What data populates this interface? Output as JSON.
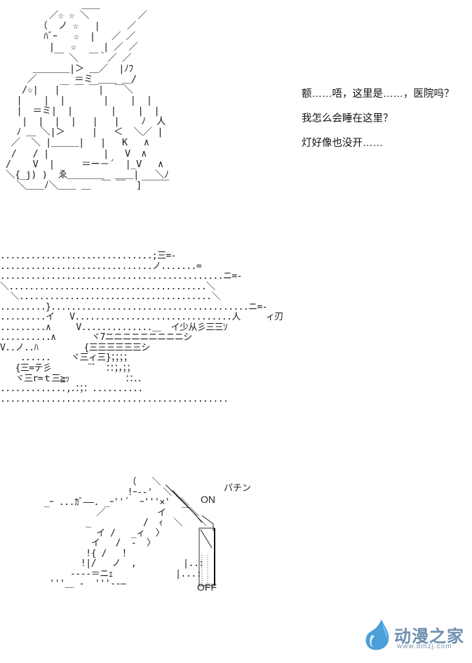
{
  "art": {
    "top": "              ＿＿\n        ／☆ ☆ ＼         ／\n      （  ノ ☆   |     ／\n       ﾊﾞｰ   ☆  |   ／ ／\n        |   ☆     | ／ ／\n         ￣ ＼  ￣｀／ ／\n     ＿＿＿＿|＞ ＿／  |ﾉﾌ\n    ／       ＝ミ ＿＿ ＿/\n   /☆|   |￣ ￣ ￣|  ￣＼\n  |    |  |       |    |  |\n  |  ＝ミ|  |       |    |  |\n   |  |  |  |   |   |    ﾉ  人\n  ﾉ ＿ ＼|＞     |   ＜  ＼／ |\n ／  ＼ |＿＿＿|   |   K   ∧\n /   / |          |   V  ∧\n/    V  |     ＝ー－´  |_V   ∧\n＼{_j) )  ゑ＿＿＿＿  ＿＿|   ＼ﾉ\n  ＼＿＿ﾉ＼＿＿ ＿  ￣ ￣  ]￣￣￣",
    "mid": "..............................;三=-\n..............................ノ.......=\n............................................ニ=-\n＼.......................................＼\n  ＼......................................＼\n.........}.......................................ニ=-\n.........イ   V...............................人     ィ刃\n.........∧     V..............＿  イ少从彡三三ｿ\n..........∧       ヾ7ニニニニニニニニニシ\nV..ノ..ﾊ         {三三三三三三シ\n    ......    ヾ三ィ三}；；；；\n   {三=テ彡       ¨゛ ：：；，；；\n   ヾ三r=ｔ三≧ｯ           ：：．．\n.............,．：；：..........\n.............................................",
    "bot": "                  （   ＼\n                  !ｰ--'  ＼       \n  _ｰ ...ｶﾞ――. _ｰ''´  ｰ'''×'  ＼\n            ／          イ   ￣＼\n          _          /  ｨ  ＼   ＼\n            イ /   _ィ  〉\n           イ   /  -  〉\n          !{ /   ！\n         !|/   ノ  ,         |..:\n       ‐‐‐‐＝ニｪ            |...:\n   '''＿ -  '''--―"
  },
  "dialogue": [
    "额……唔，这里是……，医院吗？",
    "我怎么会睡在这里？",
    "灯好像也没开……"
  ],
  "labels": {
    "pachin": "パチン",
    "on": "ON",
    "off": "OFF"
  },
  "watermark": {
    "text": "动漫之家",
    "url": "www.dmzj.com",
    "icon": "water-drop-logo",
    "colors": {
      "drop_main": "#4a9fd8",
      "drop_light": "#7fc4ee",
      "text": "#6f8fb0"
    }
  }
}
